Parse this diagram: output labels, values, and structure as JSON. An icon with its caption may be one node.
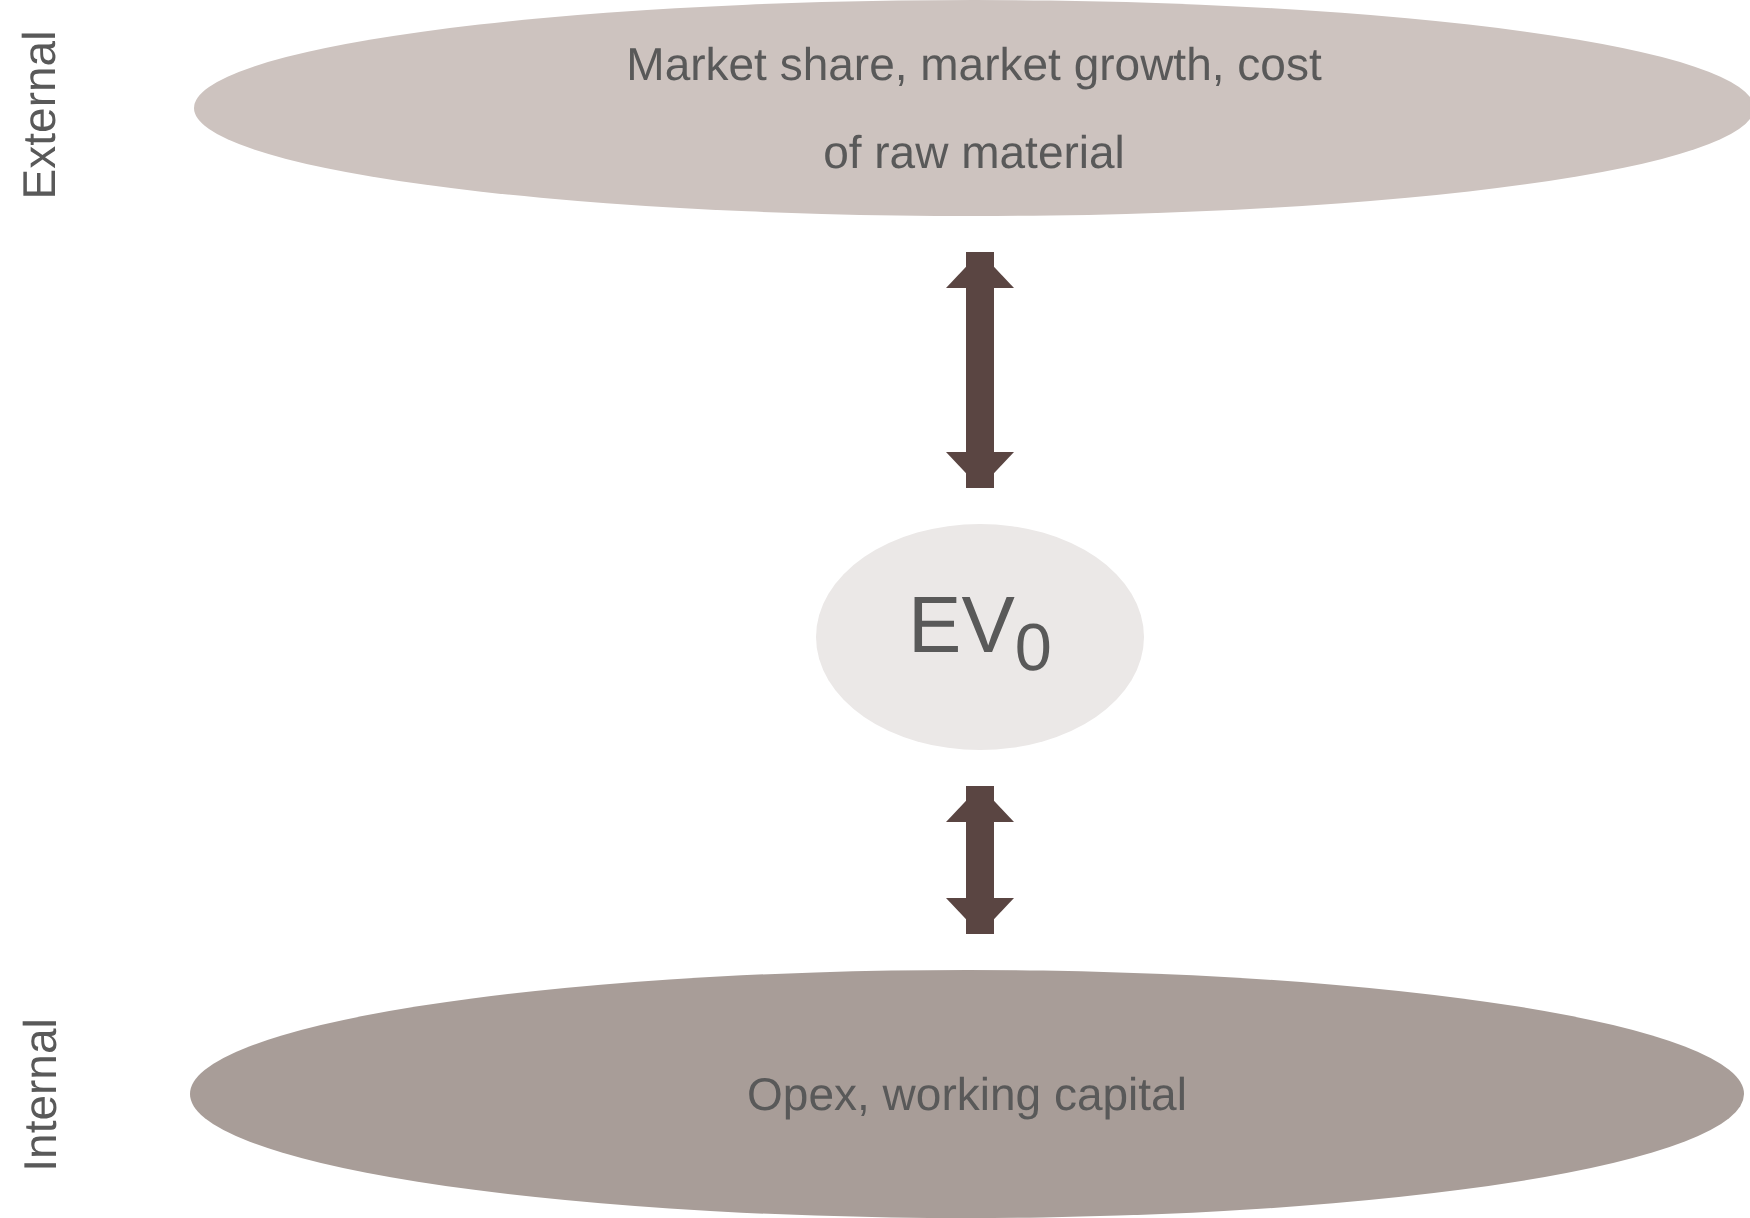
{
  "diagram": {
    "nodes": [
      {
        "text": [
          "Market share, market growth, cost of raw material"
        ]
      },
      {
        "text": [
          "EV$_{0}$"
        ]
      },
      {
        "text": [
          "Opex, working capital"
        ]
      }
    ],
    "edges": [
      {
        "from": 0,
        "to": 1,
        "arrow": "both"
      },
      {
        "from": 1,
        "to": 2,
        "arrow": "both"
      }
    ],
    "labels": [
      "External",
      "Internal"
    ]
  }
}
